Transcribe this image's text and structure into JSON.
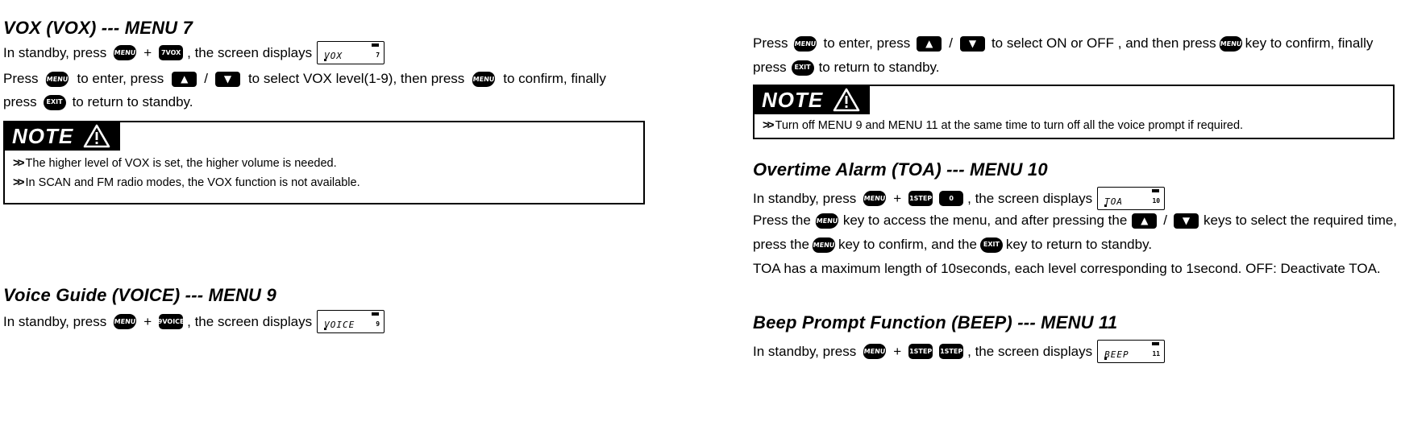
{
  "left": {
    "vox": {
      "title": "VOX (VOX) --- MENU 7",
      "line1": {
        "t1": "In standby, press",
        "k1": "MENU",
        "plus": "+",
        "k2": "7VOX",
        "t2": ", the screen displays",
        "lcd": "VOX",
        "lcd_ch": "7"
      },
      "line2": {
        "t1": "Press",
        "k1": "MENU",
        "t2": "to enter, press",
        "up": "▲",
        "slash": "/",
        "down": "▼",
        "t3": "to select VOX level(1-9), then press",
        "k2": "MENU",
        "t4": "to confirm, finally"
      },
      "line3": {
        "t1": "press",
        "k1": "EXIT",
        "t2": "to return to standby."
      },
      "note": {
        "label": "NOTE",
        "items": [
          "The higher level of VOX is set, the higher volume is needed.",
          "In SCAN and FM radio modes, the VOX function is not available."
        ]
      }
    },
    "voice": {
      "title": "Voice Guide (VOICE) --- MENU 9",
      "line1": {
        "t1": "In standby, press",
        "k1": "MENU",
        "plus": "+",
        "k2": "9VOICE",
        "t2": ", the screen displays",
        "lcd": "VOICE",
        "lcd_ch": "9"
      }
    }
  },
  "right": {
    "cont": {
      "line1": {
        "t1": "Press",
        "k1": "MENU",
        "t2": "to enter, press",
        "up": "▲",
        "slash": "/",
        "down": "▼",
        "t3": "to select ON or OFF , and then press",
        "k2": "MENU",
        "t4": "key to confirm, finally"
      },
      "line2": {
        "t1": "press",
        "k1": "EXIT",
        "t2": "to return to standby."
      },
      "note": {
        "label": "NOTE",
        "items": [
          "Turn off MENU 9 and MENU 11 at the same time to turn off all the voice prompt if required."
        ]
      }
    },
    "toa": {
      "title": "Overtime Alarm (TOA) --- MENU 10",
      "line1": {
        "t1": "In standby, press",
        "k1": "MENU",
        "plus": "+",
        "k2": "1STEP",
        "k3": "0",
        "t2": ", the screen displays",
        "lcd": "TOA",
        "lcd_ch": "10"
      },
      "line2": {
        "t1": "Press the",
        "k1": "MENU",
        "t2": "key to access the menu, and after pressing the",
        "up": "▲",
        "slash": "/",
        "down": "▼",
        "t3": "keys to select the required time,"
      },
      "line3": {
        "t1": "press the",
        "k1": "MENU",
        "t2": "key to confirm, and the",
        "k2": "EXIT",
        "t3": "key to return to standby."
      },
      "line4": "TOA has a maximum length of 10seconds, each level corresponding to 1second. OFF: Deactivate TOA."
    },
    "beep": {
      "title": "Beep Prompt Function (BEEP) --- MENU 11",
      "line1": {
        "t1": "In standby, press",
        "k1": "MENU",
        "plus": "+",
        "k2": "1STEP",
        "k3": "1STEP",
        "t2": ", the screen displays",
        "lcd": "BEEP",
        "lcd_ch": "11"
      }
    }
  },
  "icons": {
    "note_icon": "warning-triangle-icon",
    "bullet_icon": "double-chevron-icon",
    "key_icon": "keypad-button-icon",
    "lcd_icon": "lcd-display-icon"
  }
}
